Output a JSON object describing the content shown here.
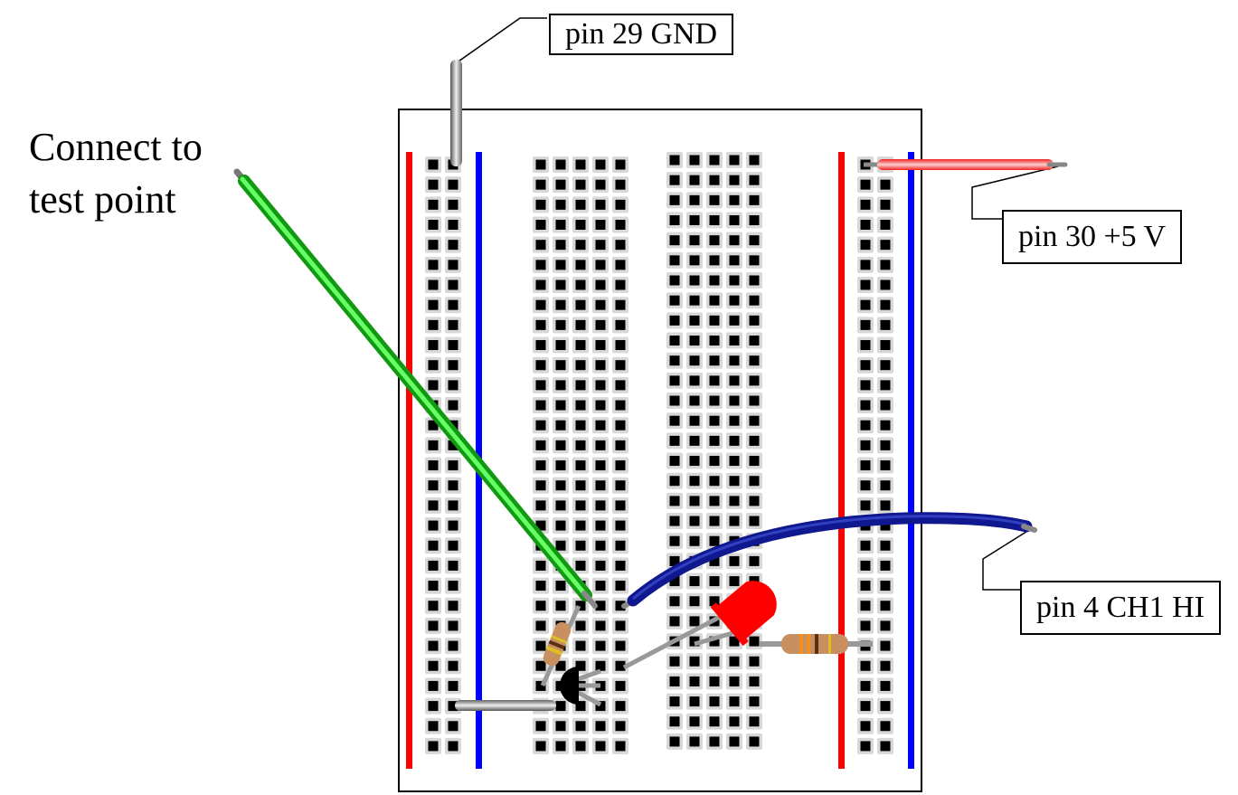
{
  "labels": {
    "gnd": "pin 29 GND",
    "vcc": "pin 30 +5 V",
    "ch1": "pin 4 CH1 HI",
    "test_line1": "Connect to",
    "test_line2": "test point"
  },
  "colors": {
    "rail_plus": "#ff0000",
    "rail_minus": "#0000ff",
    "green_wire": "#22cc22",
    "blue_wire": "#101890",
    "red_wire": "#ff3030",
    "led": "#ff0000"
  },
  "breadboard": {
    "rows": 30
  }
}
